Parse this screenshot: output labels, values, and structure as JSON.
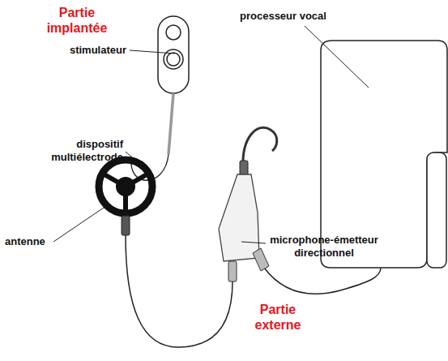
{
  "diagram": {
    "labels": [
      "Partie implantée",
      "stimulateur",
      "dispositif multiélectrode",
      "processeur vocal",
      "microphone-émetteur directionnel",
      "antenne",
      "Partie externe"
    ]
  }
}
